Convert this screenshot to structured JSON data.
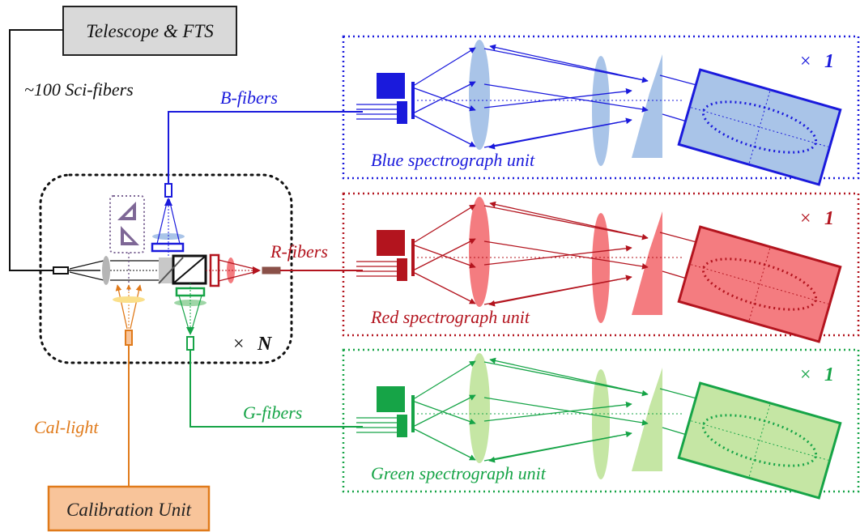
{
  "labels": {
    "telescope": "Telescope & FTS",
    "sci_fibers": "~100 Sci-fibers",
    "b_fibers": "B-fibers",
    "r_fibers": "R-fibers",
    "g_fibers": "G-fibers",
    "cal_light": "Cal-light",
    "calibration_unit": "Calibration Unit",
    "times_n_symbol": "×",
    "times_n_value": "N"
  },
  "units": [
    {
      "name": "Blue spectrograph unit",
      "multiplier_symbol": "×",
      "multiplier_value": "1",
      "color": "#1a1adc",
      "fill": "#a9c4e8"
    },
    {
      "name": "Red spectrograph unit",
      "multiplier_symbol": "×",
      "multiplier_value": "1",
      "color": "#b3141e",
      "fill": "#f47c80"
    },
    {
      "name": "Green spectrograph unit",
      "multiplier_symbol": "×",
      "multiplier_value": "1",
      "color": "#16a447",
      "fill": "#c5e6a4"
    }
  ],
  "colors": {
    "blue": "#1a1adc",
    "red": "#b3141e",
    "green": "#16a447",
    "orange": "#e07a1a",
    "purple": "#7e6796",
    "box_gray": "#d9d9d9",
    "cal_fill": "#f8c49a"
  }
}
